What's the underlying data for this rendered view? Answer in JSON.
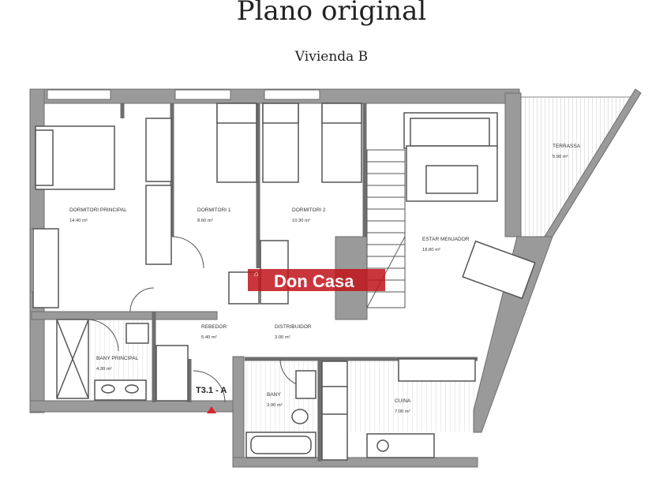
{
  "header": {
    "title": "Plano original",
    "subtitle": "Vivienda B"
  },
  "rooms": [
    {
      "name": "DORMITORI PRINCIPAL",
      "area": "14.40 m²"
    },
    {
      "name": "DORMITORI 1",
      "area": "8.60 m²"
    },
    {
      "name": "DORMITORI 2",
      "area": "10.30 m²"
    },
    {
      "name": "TERRASSA",
      "area": "5.90 m²"
    },
    {
      "name": "ESTAR MENJADOR",
      "area": "18.80 m²"
    },
    {
      "name": "REBEDOR",
      "area": "5.40 m²"
    },
    {
      "name": "DISTRIBUIDOR",
      "area": "3.00 m²"
    },
    {
      "name": "BANY PRINCIPAL",
      "area": "4.30 m²"
    },
    {
      "name": "BANY",
      "area": "3.90 m²"
    },
    {
      "name": "CUINA",
      "area": "7.00 m²"
    }
  ],
  "unit_code": "T3.1 - A",
  "watermark": "Don Casa",
  "colors": {
    "wall": "#9a9a9a",
    "wall_dark": "#6e6e6e",
    "furniture_line": "#555555",
    "watermark_bg": "#c0141b",
    "entry_marker": "#d9242a"
  }
}
